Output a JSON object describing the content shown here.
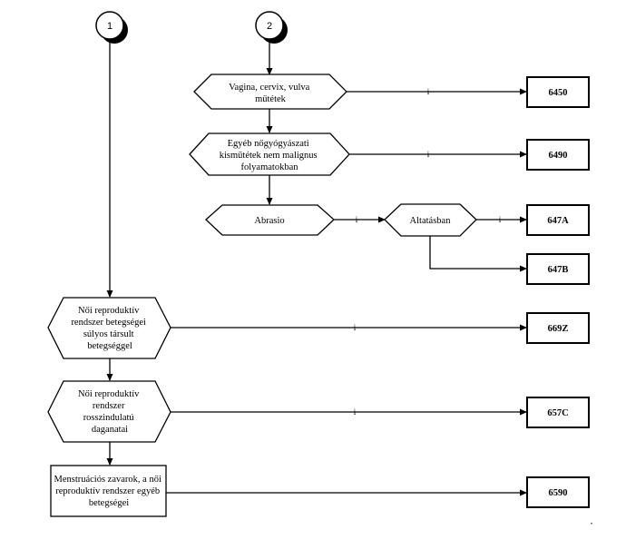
{
  "connectors": [
    {
      "id": "c1",
      "label": "1"
    },
    {
      "id": "c2",
      "label": "2"
    }
  ],
  "nodes": {
    "vagina": [
      "Vagina, cervix, vulva",
      "műtétek"
    ],
    "egyeb": [
      "Egyéb nőgyógyászati",
      "kisműtétek nem malignus",
      "folyamatokban"
    ],
    "abrasio": [
      "Abrasio"
    ],
    "altatas": [
      "Altatásban"
    ],
    "noi_sulyos": [
      "Női reproduktív",
      "rendszer betegségei",
      "súlyos társult",
      "betegséggel"
    ],
    "noi_rossz": [
      "Női reproduktív",
      "rendszer",
      "rosszindulatú",
      "daganatai"
    ],
    "menstr": [
      "Menstruációs zavarok, a női",
      "reproduktív rendszer egyéb",
      "betegségei"
    ]
  },
  "codes": {
    "c6450": "6450",
    "c6490": "6490",
    "c647A": "647A",
    "c647B": "647B",
    "c669Z": "669Z",
    "c657C": "657C",
    "c6590": "6590"
  },
  "edge_labels": {
    "yes": "i"
  },
  "corner_mark": "\""
}
